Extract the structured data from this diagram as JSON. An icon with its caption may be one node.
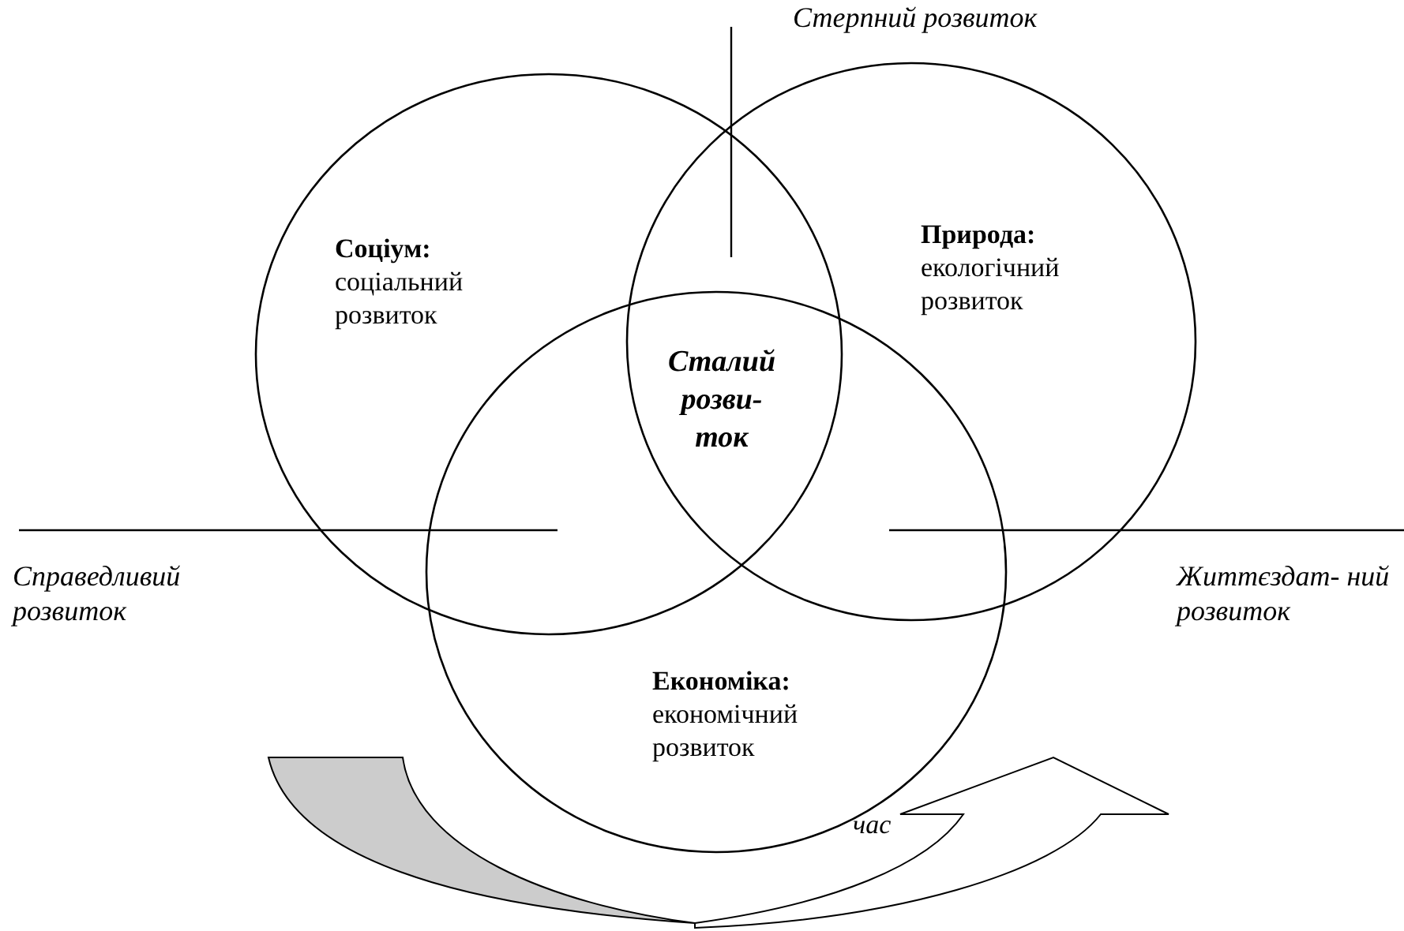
{
  "diagram": {
    "nodes": [
      {
        "text": [
          "Соціум:",
          "соціальний розвиток"
        ]
      },
      {
        "text": [
          "Природа:",
          "екологічний розвиток"
        ]
      },
      {
        "text": [
          "Економіка:",
          "економічний розвиток"
        ]
      },
      {
        "text": [
          "час"
        ]
      }
    ],
    "labels": [
      "Стерпний розвиток",
      "Сталий розви- ток",
      "Справедливий розвиток",
      "Життєздат- ний розвиток"
    ]
  }
}
